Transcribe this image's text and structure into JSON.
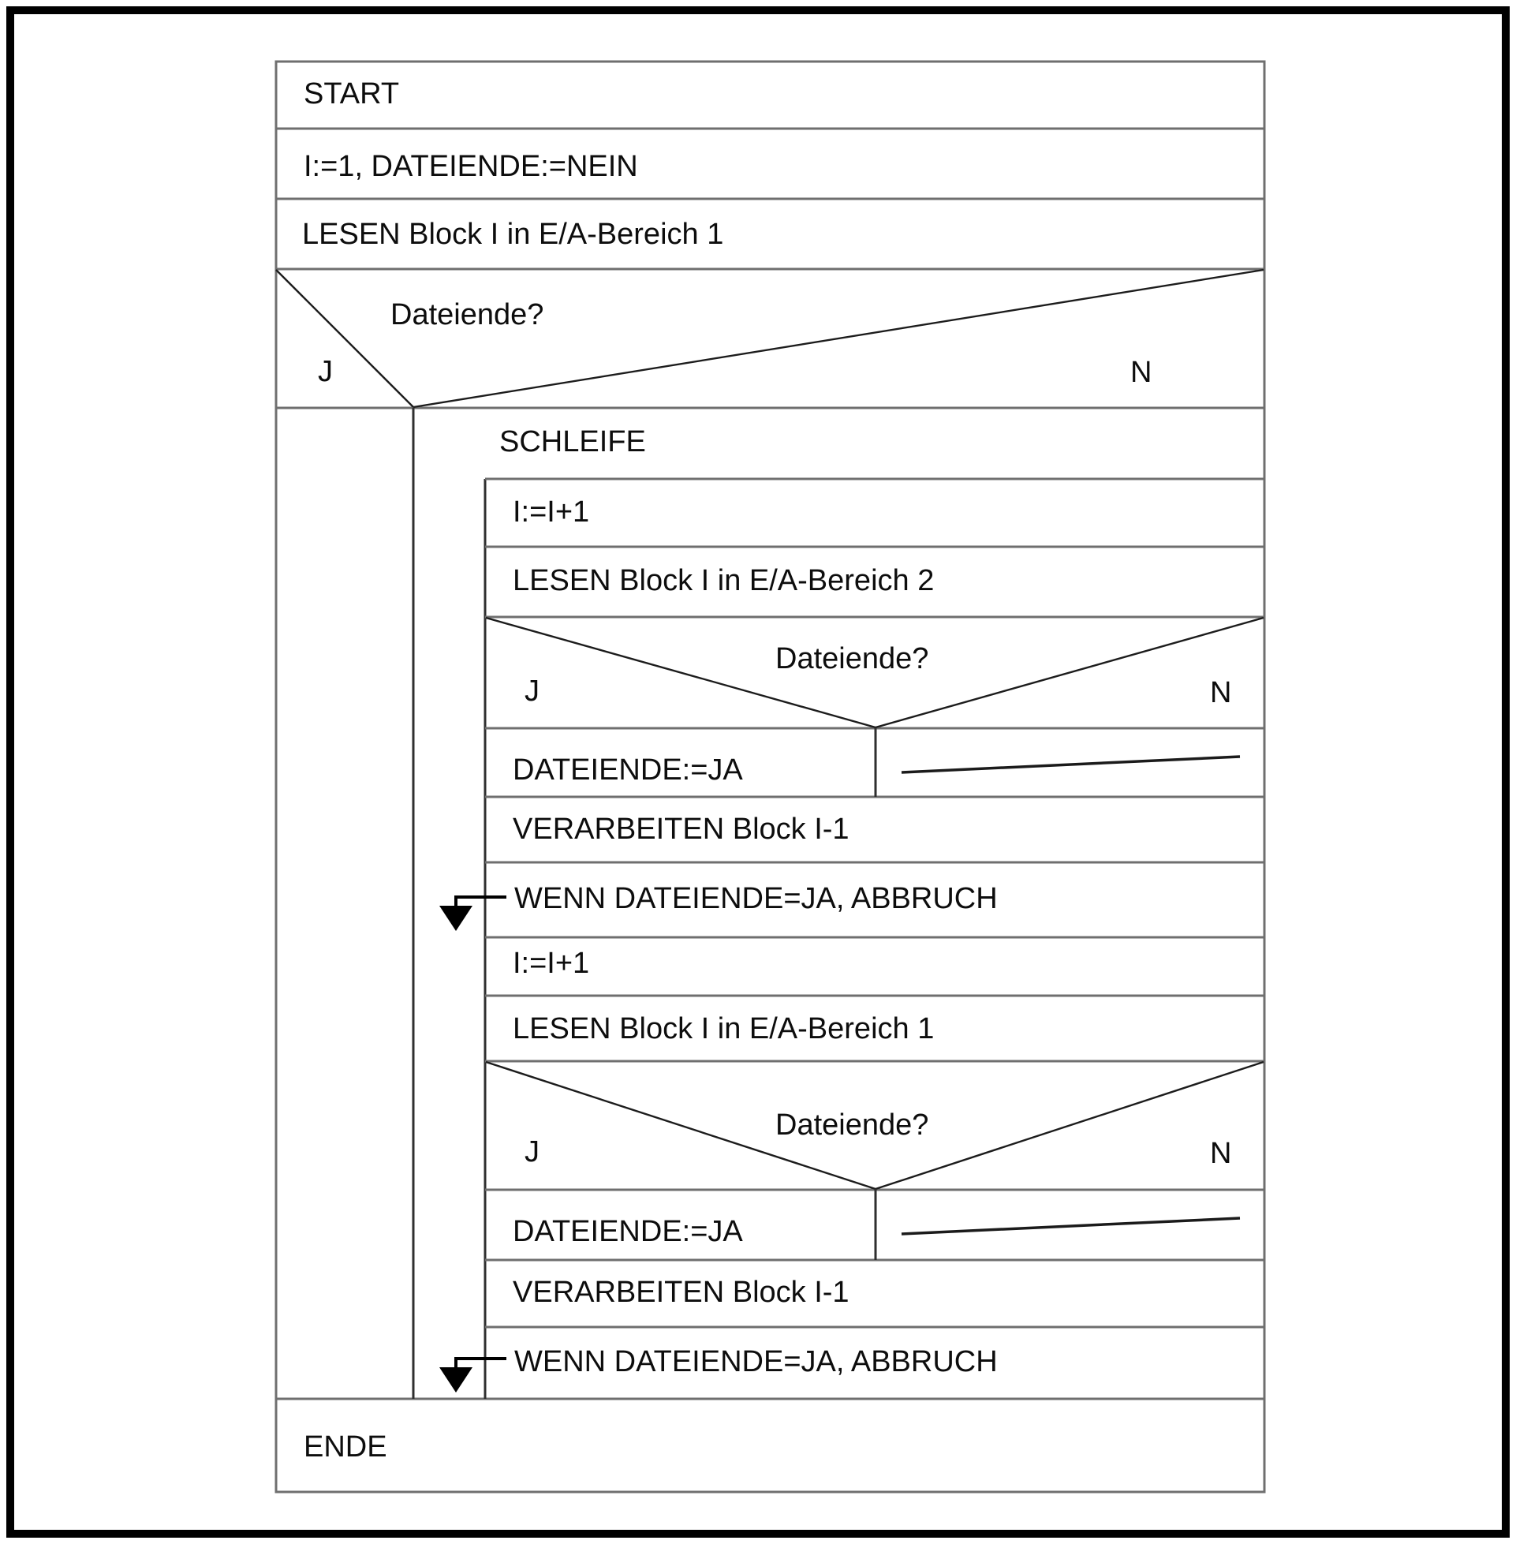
{
  "page": {
    "background": "#ffffff",
    "frame_color": "#000000",
    "line_color": "#6f6f6f",
    "text_color": "#0d0d0d"
  },
  "structogram": {
    "start": "START",
    "init": "I:=1, DATEIENDE:=NEIN",
    "read_block1": "LESEN Block I in E/A-Bereich 1",
    "decision_top": {
      "question": "Dateiende?",
      "yes_label": "J",
      "no_label": "N"
    },
    "loop": {
      "header": "SCHLEIFE",
      "increment1": "I:=I+1",
      "read_buffer2": "LESEN Block I in E/A-Bereich 2",
      "decision_buffer2": {
        "question": "Dateiende?",
        "yes_label": "J",
        "no_label": "N",
        "yes_action": "DATEIENDE:=JA"
      },
      "process1": "VERARBEITEN Block I-1",
      "abort1": "WENN DATEIENDE=JA, ABBRUCH",
      "increment2": "I:=I+1",
      "read_buffer1": "LESEN Block I in E/A-Bereich 1",
      "decision_buffer1": {
        "question": "Dateiende?",
        "yes_label": "J",
        "no_label": "N",
        "yes_action": "DATEIENDE:=JA"
      },
      "process2": "VERARBEITEN Block I-1",
      "abort2": "WENN DATEIENDE=JA, ABBRUCH"
    },
    "end": "ENDE"
  }
}
